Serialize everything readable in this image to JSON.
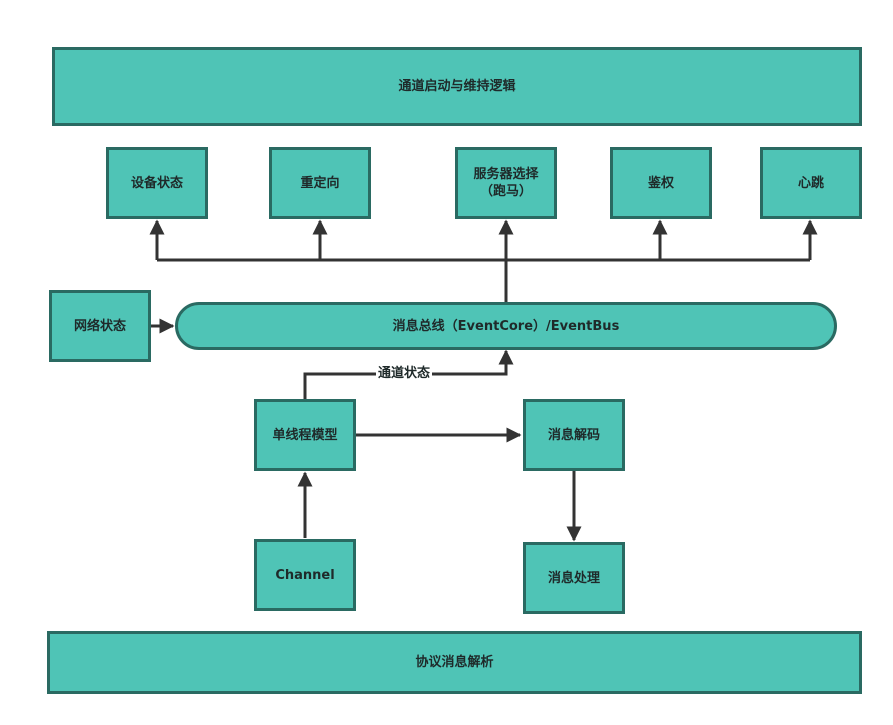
{
  "nodes": {
    "top_logic": "通道启动与维持逻辑",
    "device_status": "设备状态",
    "redirect": "重定向",
    "server_select": "服务器选择\n（跑马）",
    "auth": "鉴权",
    "heartbeat": "心跳",
    "network_status": "网络状态",
    "event_bus": "消息总线（EventCore）/EventBus",
    "single_thread": "单线程模型",
    "decode": "消息解码",
    "channel": "Channel",
    "process": "消息处理",
    "protocol": "协议消息解析"
  },
  "edges": {
    "channel_status": "通道状态"
  },
  "colors": {
    "fill": "#4fc4b6",
    "border": "#2a6a62",
    "line": "#333333"
  }
}
